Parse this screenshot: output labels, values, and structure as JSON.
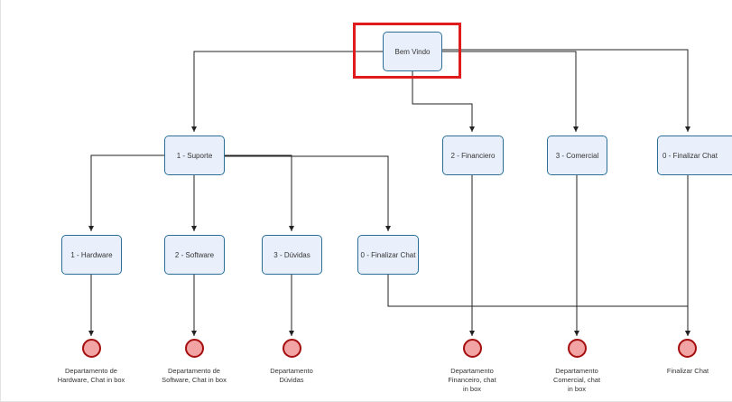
{
  "nodes": {
    "bem_vindo": "Bem Vindo",
    "suporte": "1 - Suporte",
    "financiero": "2 - Financiero",
    "comercial": "3 - Comercial",
    "finalizar_top": "0 - Finalizar Chat",
    "hardware": "1 - Hardware",
    "software": "2 - Software",
    "duvidas": "3 - Dúvidas",
    "finalizar_sub": "0 - Finalizar Chat"
  },
  "endpoints": {
    "hardware": [
      "Departamento de",
      "Hardware, Chat in box"
    ],
    "software": [
      "Departamento de",
      "Software, Chat in box"
    ],
    "duvidas": [
      "Departamento",
      "Dúvidas"
    ],
    "financeiro": [
      "Departamento",
      "Financeiro, chat",
      "in box"
    ],
    "comercial": [
      "Departamento",
      "Comercial, chat",
      "in box"
    ],
    "finalizar": [
      "Finalizar Chat"
    ]
  },
  "colors": {
    "node_fill": "#eaf0fb",
    "node_border": "#2b6f96",
    "end_fill": "#f2a3a3",
    "end_border": "#a50e0e",
    "highlight": "#e01b1b",
    "wire": "#222222"
  }
}
